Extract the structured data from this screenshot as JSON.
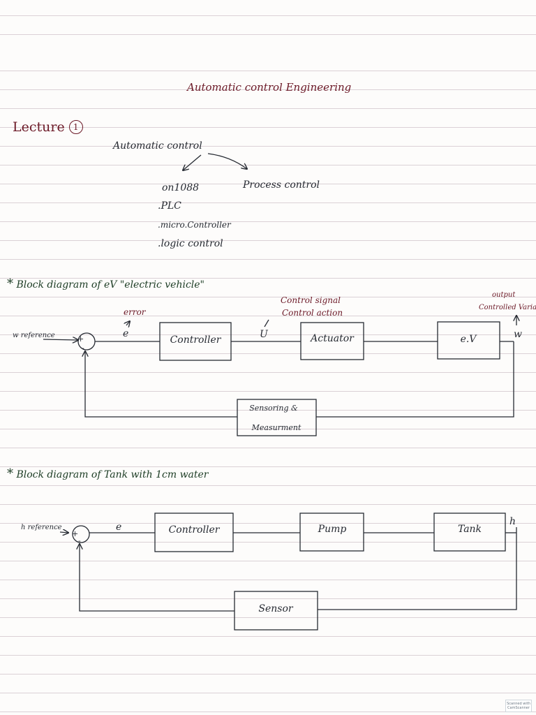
{
  "page_title": "Automatic control Engineering",
  "lecture": "Lecture",
  "lecture_number": "1",
  "tree": {
    "root": "Automatic control",
    "left": "on1088",
    "right": "Process control",
    "bullets": [
      ".PLC",
      ".micro.Controller",
      ".logic control"
    ]
  },
  "diagram1": {
    "heading": "Block diagram of eV \"electric vehicle\"",
    "reference": "w reference",
    "error_caption": "error",
    "error_symbol": "e",
    "controller": "Controller",
    "signal_caption_1": "Control signal",
    "signal_caption_2": "Control action",
    "signal_symbol": "U",
    "actuator": "Actuator",
    "plant": "e.V",
    "output_caption_1": "output",
    "output_caption_2": "Controlled Variable",
    "output_symbol": "w",
    "sensor_line_1": "Sensoring &",
    "sensor_line_2": "Measurment",
    "plus": "+",
    "minus": "-"
  },
  "diagram2": {
    "heading": "Block diagram of Tank with 1cm water",
    "reference": "h reference",
    "error_symbol": "e",
    "controller": "Controller",
    "pump": "Pump",
    "tank": "Tank",
    "output_symbol": "h",
    "sensor": "Sensor",
    "plus": "+",
    "minus": "-"
  },
  "scanner_badge": "Scanned with CamScanner",
  "colors": {
    "maroon_ink": "#6b1826",
    "green_ink": "#1c3c24",
    "dark_ink": "#262a32",
    "rule_line": "#d7ccd2"
  }
}
